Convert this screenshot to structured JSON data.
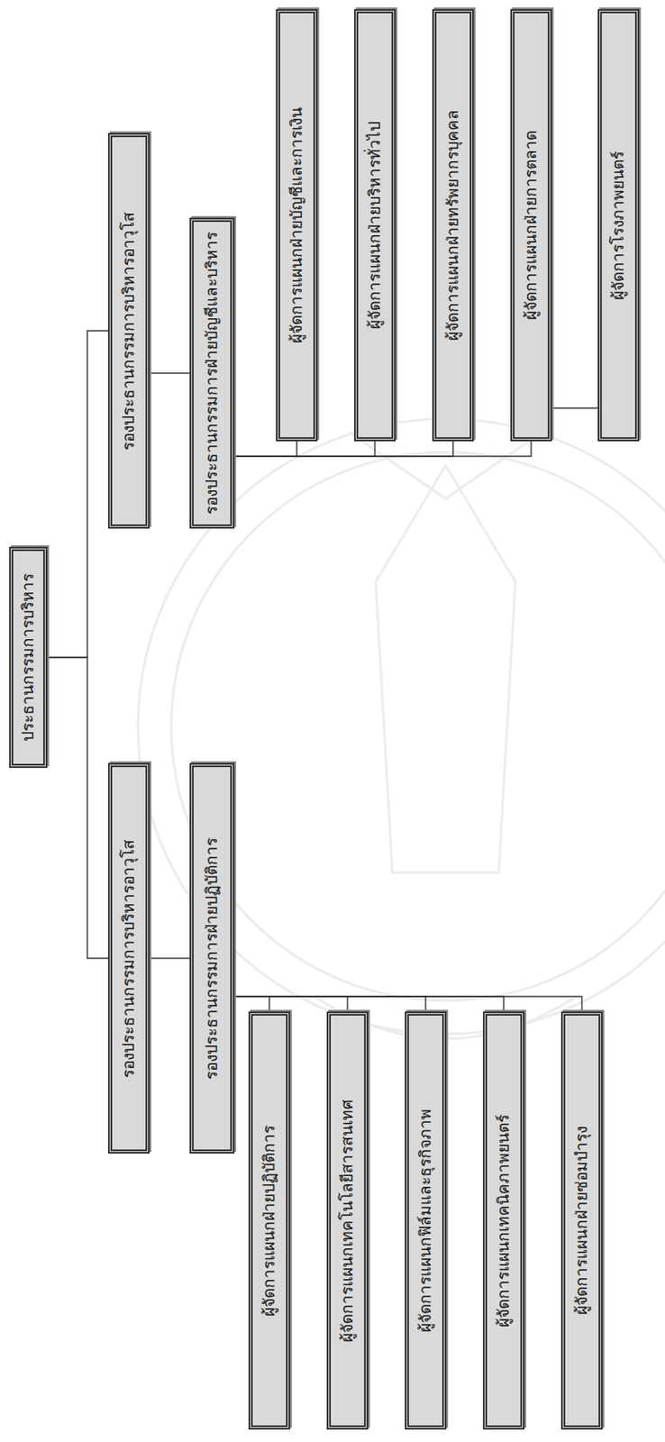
{
  "diagram": {
    "nodes": [
      {
        "text": [
          "ประธานกรรมการบริหาร"
        ]
      },
      {
        "text": [
          "รองประธานกรรมการบริหารอาวุโส"
        ]
      },
      {
        "text": [
          "รองประธานกรรมการบริหารอาวุโส"
        ]
      },
      {
        "text": [
          "รองประธานกรรมการฝ่ายปฏิบัติการ"
        ]
      },
      {
        "text": [
          "รองประธานกรรมการฝ่ายบัญชีและบริหาร"
        ]
      },
      {
        "text": [
          "ผู้จัดการแผนกฝ่ายปฏิบัติการ"
        ]
      },
      {
        "text": [
          "ผู้จัดการแผนกเทคโนโลยีสารสนเทศ"
        ]
      },
      {
        "text": [
          "ผู้จัดการแผนกฟิล์มและธุรกิจภาพ"
        ]
      },
      {
        "text": [
          "ผู้จัดการแผนกเทคนิคภาพยนตร์"
        ]
      },
      {
        "text": [
          "ผู้จัดการแผนกฝ่ายซ่อมบำรุง"
        ]
      },
      {
        "text": [
          "ผู้จัดการแผนกฝ่ายบัญชีและการเงิน"
        ]
      },
      {
        "text": [
          "ผู้จัดการแผนกฝ่ายบริหารทั่วไป"
        ]
      },
      {
        "text": [
          "ผู้จัดการแผนกฝ่ายทรัพยากรบุคคล"
        ]
      },
      {
        "text": [
          "ผู้จัดการแผนกฝ่ายการตลาด"
        ]
      },
      {
        "text": [
          "ผู้จัดการโรงภาพยนตร์"
        ]
      }
    ],
    "edges": [
      {
        "from": 0,
        "to": 1,
        "arrow": "none"
      },
      {
        "from": 0,
        "to": 2,
        "arrow": "none"
      },
      {
        "from": 1,
        "to": 3,
        "arrow": "none"
      },
      {
        "from": 2,
        "to": 4,
        "arrow": "none"
      },
      {
        "from": 3,
        "to": 5,
        "arrow": "none"
      },
      {
        "from": 3,
        "to": 6,
        "arrow": "none"
      },
      {
        "from": 3,
        "to": 7,
        "arrow": "none"
      },
      {
        "from": 3,
        "to": 8,
        "arrow": "none"
      },
      {
        "from": 3,
        "to": 9,
        "arrow": "none"
      },
      {
        "from": 4,
        "to": 10,
        "arrow": "none"
      },
      {
        "from": 4,
        "to": 11,
        "arrow": "none"
      },
      {
        "from": 4,
        "to": 12,
        "arrow": "none"
      },
      {
        "from": 4,
        "to": 13,
        "arrow": "none"
      },
      {
        "from": 13,
        "to": 14,
        "arrow": "none"
      }
    ]
  }
}
